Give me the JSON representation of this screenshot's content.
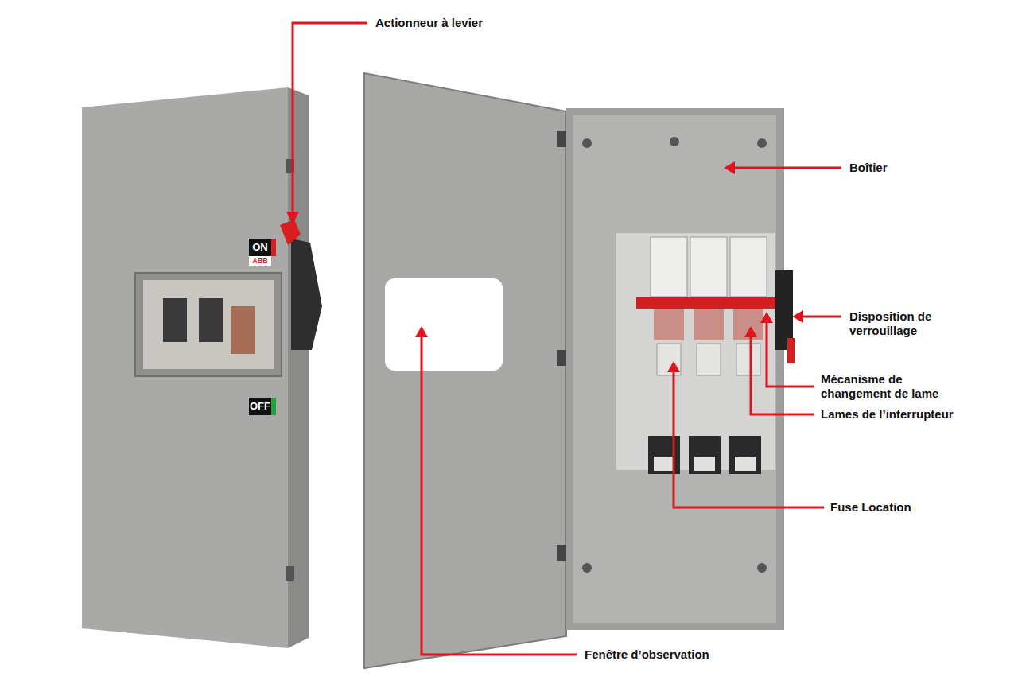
{
  "diagram": {
    "labels": [
      "Actionneur à levier",
      "Boîtier",
      "Disposition de verrouillage",
      "Mécanisme de changement de lame",
      "Lames de l’interrupteur",
      "Fuse Location",
      "Fenêtre d’observation",
      "ON",
      "ABB",
      "OFF"
    ]
  }
}
